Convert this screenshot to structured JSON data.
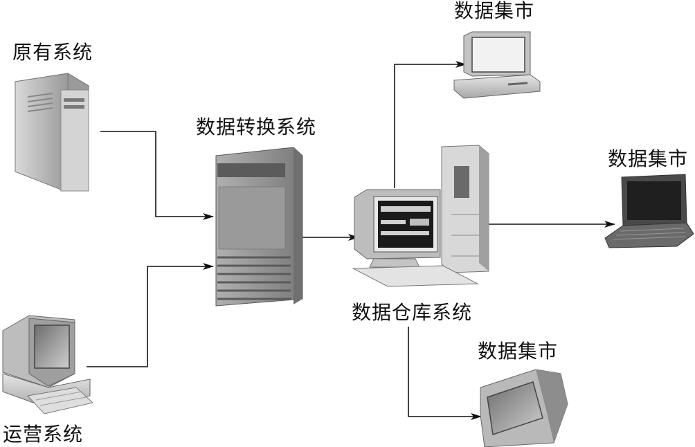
{
  "labels": {
    "legacy_system": "原有系统",
    "operations_system": "运营系统",
    "conversion_system": "数据转换系统",
    "warehouse_system": "数据仓库系统",
    "mart_top": "数据集市",
    "mart_right": "数据集市",
    "mart_bottom": "数据集市"
  },
  "colors": {
    "line": "#111111",
    "device_dark": "#555555",
    "device_mid": "#8a8a8a",
    "device_light": "#cfcfcf"
  },
  "icons": {
    "legacy": "tower-server-icon",
    "operations": "desktop-computer-icon",
    "conversion": "server-cabinet-icon",
    "warehouse": "workstation-icon",
    "mart_top": "desktop-computer-icon",
    "mart_right": "laptop-icon",
    "mart_bottom": "crt-monitor-icon"
  }
}
